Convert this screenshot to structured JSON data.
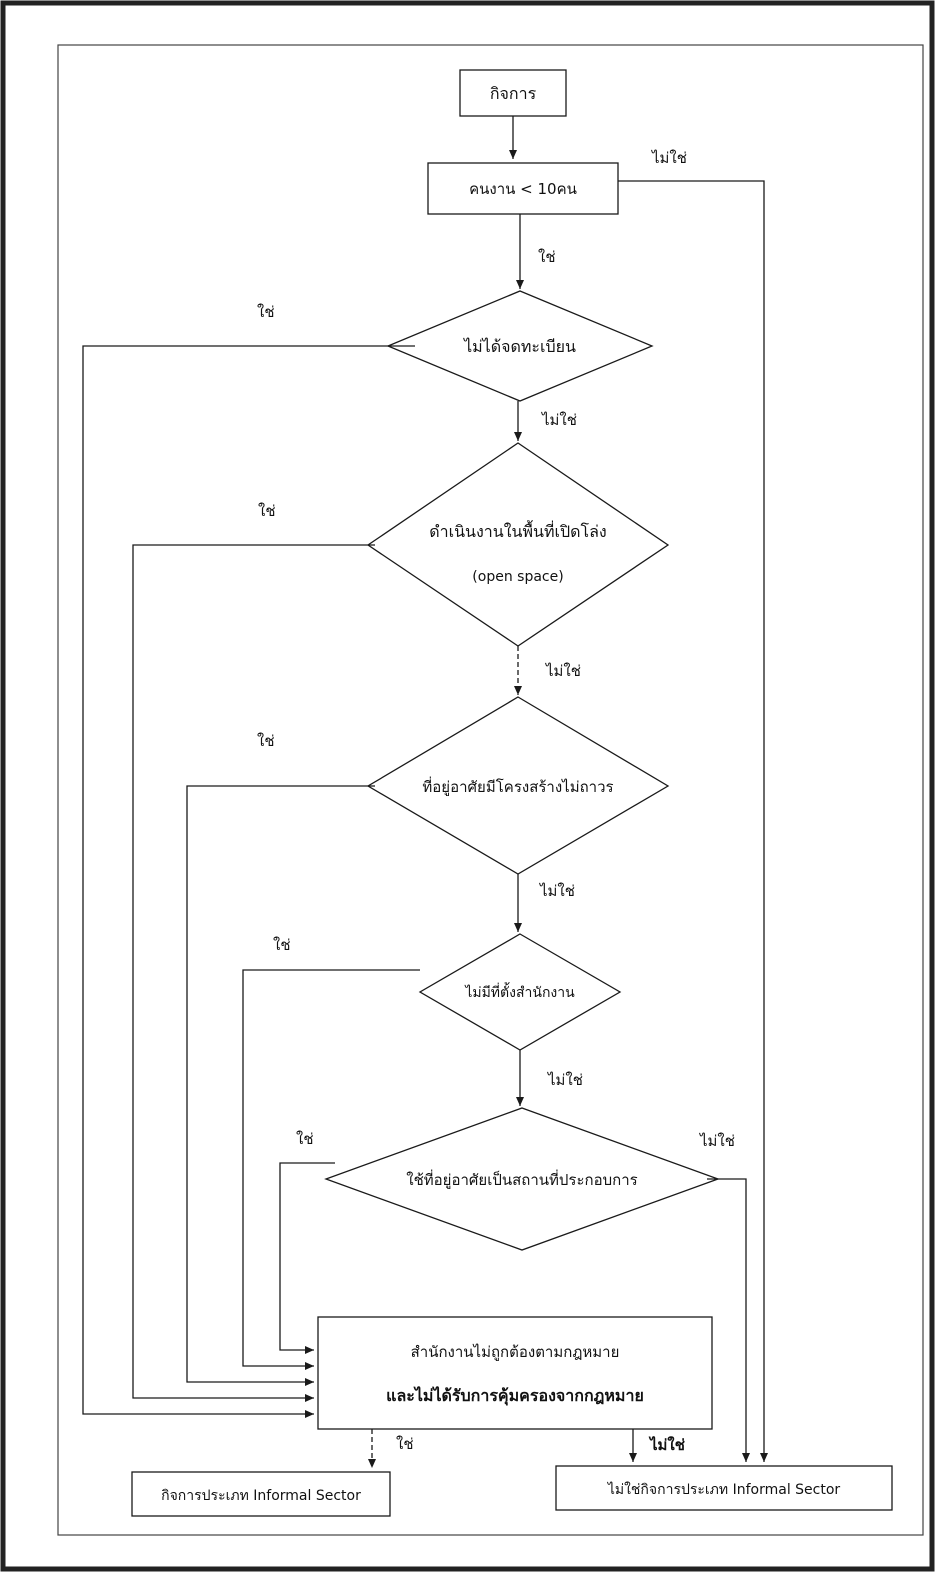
{
  "nodes": {
    "start": "กิจการ",
    "workers": "คนงาน < 10คน",
    "unregistered": "ไม่ได้จดทะเบียน",
    "open_space_line1": "ดำเนินงานในพื้นที่เปิดโล่ง",
    "open_space_line2": "(open space)",
    "non_permanent": "ที่อยู่อาศัยมีโครงสร้างไม่ถาวร",
    "no_office": "ไม่มีที่ตั้งสำนักงาน",
    "home_business": "ใช้ที่อยู่อาศัยเป็นสถานที่ประกอบการ",
    "illegal_line1": "สำนักงานไม่ถูกต้องตามกฎหมาย",
    "illegal_line2": "และไม่ได้รับการคุ้มครองจากกฎหมาย",
    "informal": "กิจการประเภท Informal Sector",
    "not_informal": "ไม่ใช่กิจการประเภท Informal Sector"
  },
  "edges": {
    "yes": "ใช่",
    "no": "ไม่ใช่"
  },
  "colors": {
    "line": "#1a1a1a",
    "frame": "#222222",
    "background": "#ffffff"
  }
}
